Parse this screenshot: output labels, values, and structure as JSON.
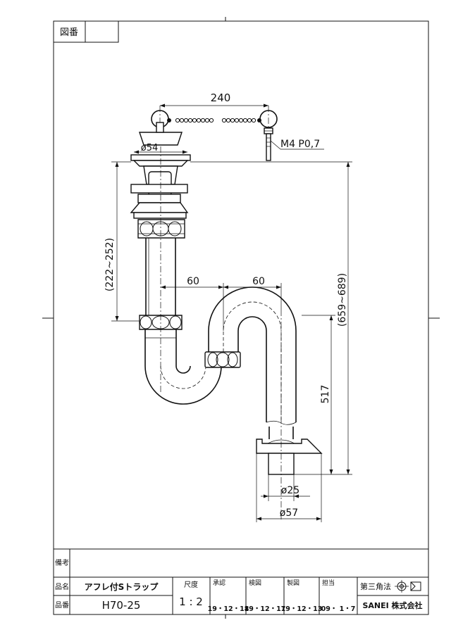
{
  "header": {
    "drawing_number_label": "図番",
    "drawing_number_value": ""
  },
  "dimensions": {
    "chain_span": "240",
    "stopper_diameter": "ø54",
    "thread_spec": "M4 P0,7",
    "drain_height_range": "(222~252)",
    "offset_left": "60",
    "offset_right": "60",
    "overall_height_range": "(659~689)",
    "trap_height": "517",
    "outlet_diameter": "ø25",
    "flange_diameter": "ø57"
  },
  "title_block": {
    "remarks_label": "備考",
    "remarks_value": "",
    "product_name_label": "品名",
    "product_name_value": "アフレ付Sトラップ",
    "product_code_label": "品番",
    "product_code_value": "H70-25",
    "scale_label": "尺度",
    "scale_value": "1 : 2",
    "approved_label": "承認",
    "approved_date": "19・12・18",
    "checked_label": "検図",
    "checked_date": "19・12・17",
    "drawn_label": "製図",
    "drawn_date": "19・12・13",
    "charge_label": "担当",
    "charge_date": "09・ 1・7",
    "projection_label": "第三角法",
    "company": "SANEI 株式会社"
  },
  "icons": {
    "projection_symbol": "third-angle-projection-icon"
  }
}
